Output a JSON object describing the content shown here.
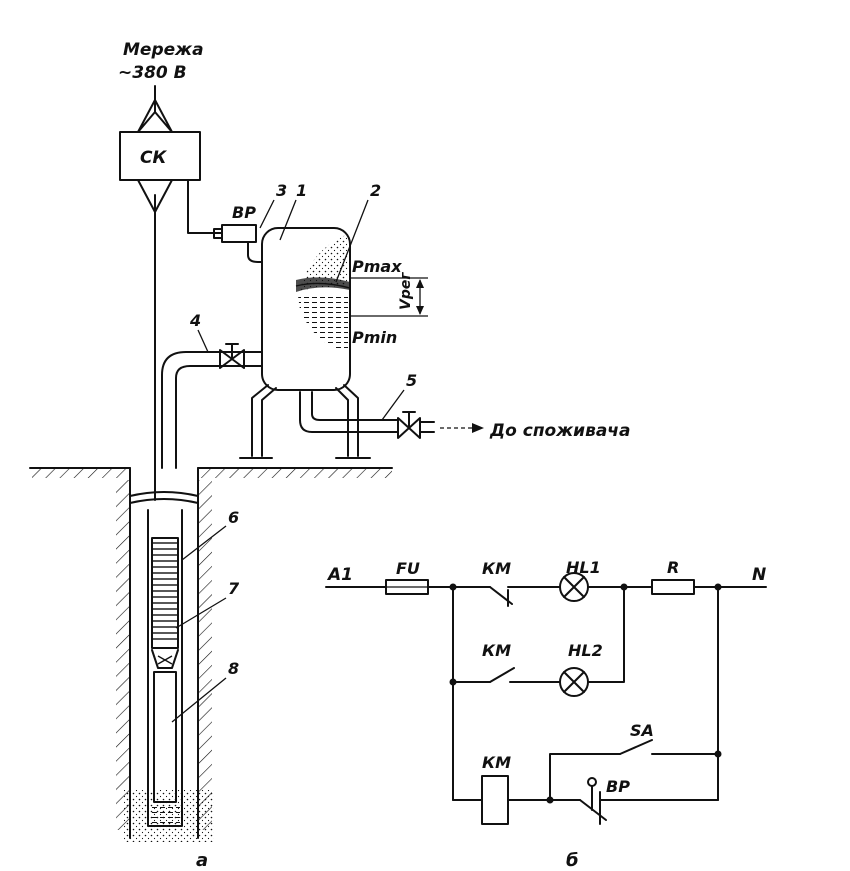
{
  "diagram_a": {
    "network_label": "Мережа",
    "voltage_label": "~380 В",
    "station_label": "СК",
    "relay_label": "ВР",
    "pmax_label": "Pmax",
    "pmin_label": "Pmin",
    "vreg_label": "Vрег",
    "consumer_label": "До споживача",
    "numbers": [
      "1",
      "2",
      "3",
      "4",
      "5",
      "6",
      "7",
      "8"
    ],
    "caption": "а"
  },
  "diagram_b": {
    "a1_label": "А1",
    "fu_label": "FU",
    "km_top_label": "КМ",
    "hl1_label": "HL1",
    "r_label": "R",
    "n_label": "N",
    "km_mid_label": "КМ",
    "hl2_label": "HL2",
    "sa_label": "SA",
    "km_coil_label": "КМ",
    "bp_label": "ВР",
    "caption": "б"
  }
}
